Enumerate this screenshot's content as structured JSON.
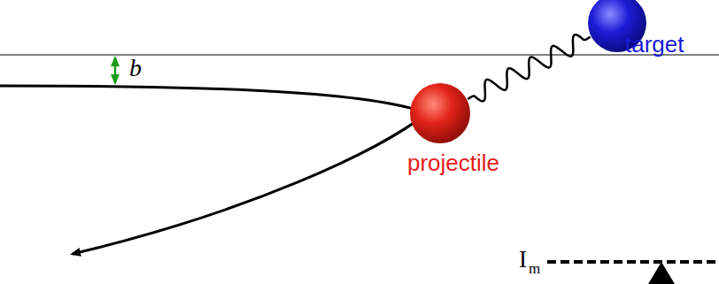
{
  "diagram": {
    "nodes": [
      {
        "text": [
          "target"
        ]
      },
      {
        "text": [
          "projectile"
        ]
      }
    ],
    "edges": [
      {
        "from": 1,
        "to": 0,
        "arrow": "none"
      }
    ],
    "labels": [
      "b",
      "I",
      "m"
    ]
  }
}
